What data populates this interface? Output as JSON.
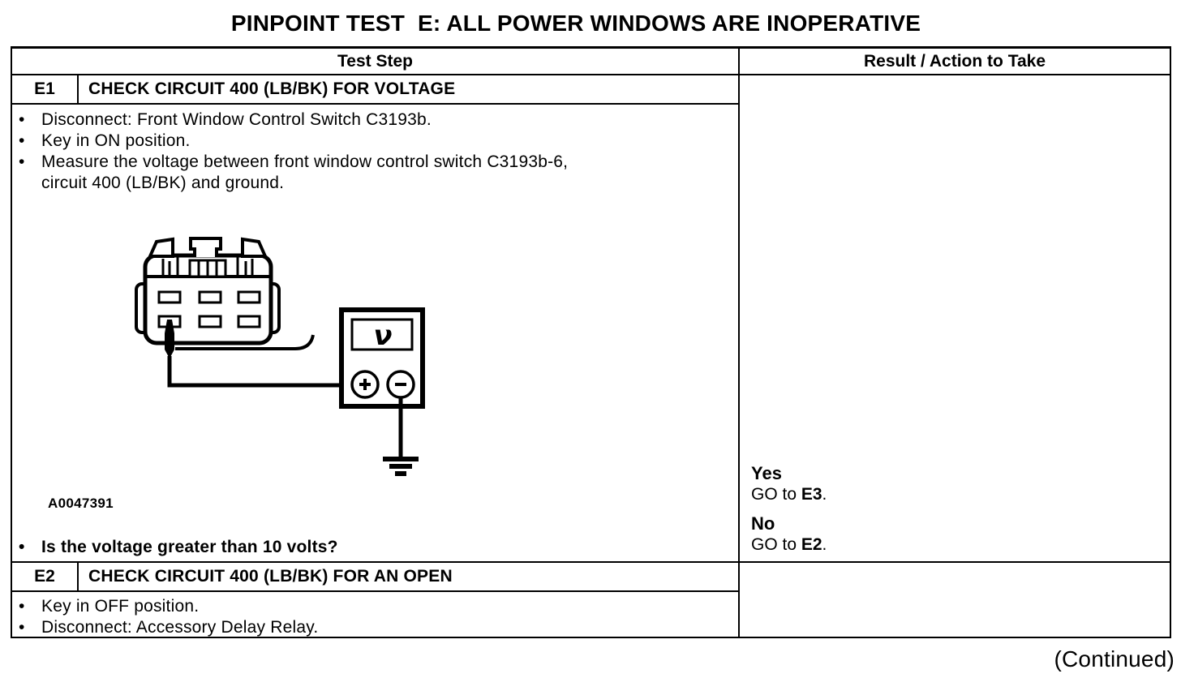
{
  "page": {
    "title": "PINPOINT TEST  E: ALL POWER WINDOWS ARE INOPERATIVE",
    "continued_note": "(Continued)"
  },
  "table": {
    "headers": {
      "test_step": "Test Step",
      "result": "Result / Action to Take"
    },
    "steps": [
      {
        "id": "E1",
        "title": "CHECK CIRCUIT 400 (LB/BK) FOR VOLTAGE",
        "bullets": [
          "Disconnect: Front Window Control Switch C3193b.",
          "Key in ON position.",
          "Measure the voltage between front window control switch C3193b-6, circuit 400 (LB/BK) and ground."
        ],
        "figure_label": "A0047391",
        "question": "Is the voltage greater than 10 volts?",
        "results": [
          {
            "answer": "Yes",
            "action_prefix": "GO to ",
            "action_target": "E3",
            "action_suffix": "."
          },
          {
            "answer": "No",
            "action_prefix": "GO to ",
            "action_target": "E2",
            "action_suffix": "."
          }
        ]
      },
      {
        "id": "E2",
        "title": "CHECK CIRCUIT 400 (LB/BK) FOR AN OPEN",
        "bullets": [
          "Key in OFF position.",
          "Disconnect: Accessory Delay Relay."
        ]
      }
    ]
  },
  "diagram": {
    "meter_symbol": "ν",
    "bullet_glyph": "•"
  },
  "colors": {
    "ink": "#000000",
    "paper": "#ffffff"
  }
}
